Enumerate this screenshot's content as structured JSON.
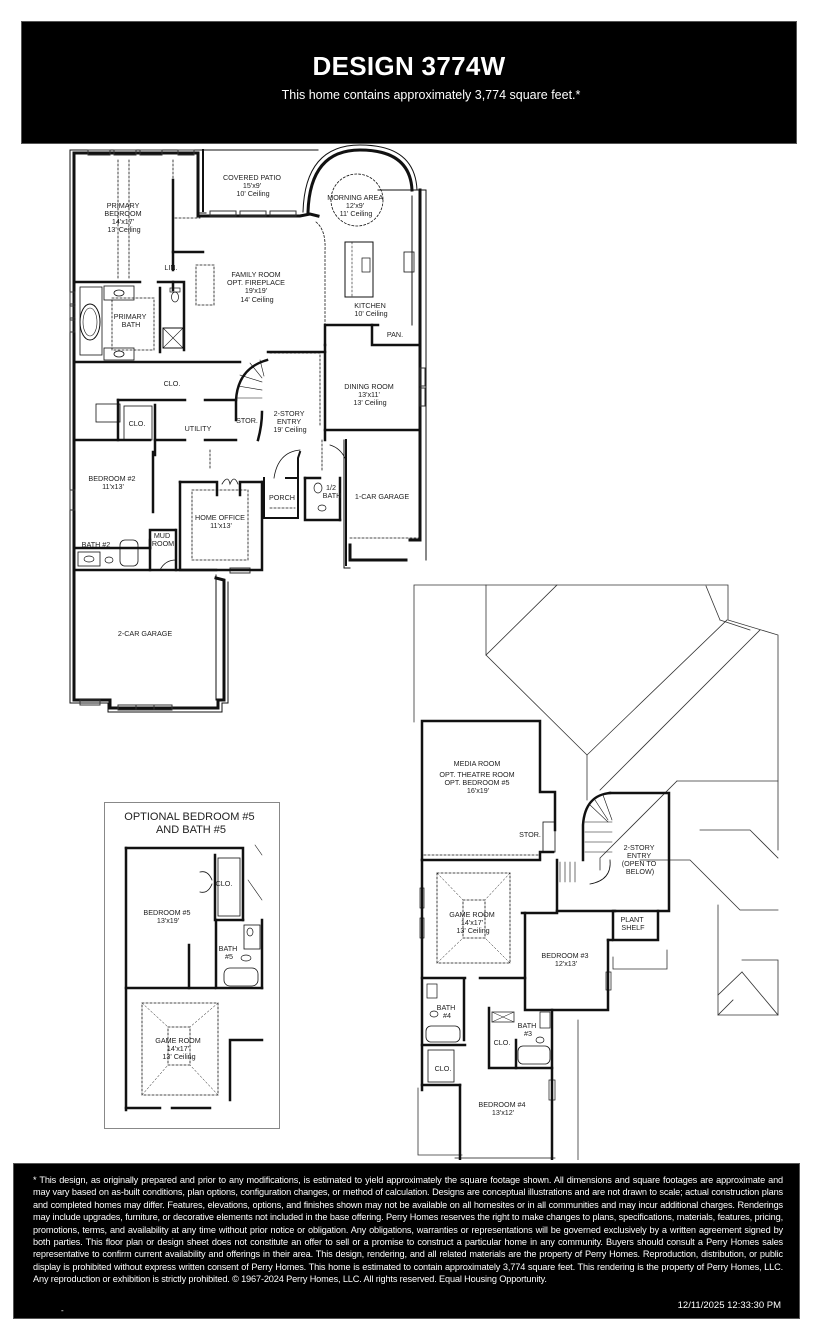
{
  "header": {
    "title": "DESIGN 3774W",
    "subtitle": "This home contains approximately 3,774 square feet.*"
  },
  "first_floor": {
    "rooms": [
      {
        "id": "primary-bedroom",
        "lines": [
          "PRIMARY",
          "BEDROOM",
          "14'x17'",
          "13' Ceiling"
        ]
      },
      {
        "id": "covered-patio",
        "lines": [
          "COVERED PATIO",
          "15'x9'",
          "10' Ceiling"
        ]
      },
      {
        "id": "morning-area",
        "lines": [
          "MORNING AREA",
          "12'x9'",
          "11' Ceiling"
        ]
      },
      {
        "id": "family-room",
        "lines": [
          "FAMILY ROOM",
          "OPT. FIREPLACE",
          "19'x19'",
          "14' Ceiling"
        ]
      },
      {
        "id": "kitchen",
        "lines": [
          "KITCHEN",
          "10' Ceiling"
        ]
      },
      {
        "id": "linen",
        "lines": [
          "LIN."
        ]
      },
      {
        "id": "primary-bath",
        "lines": [
          "PRIMARY",
          "BATH"
        ]
      },
      {
        "id": "pantry",
        "lines": [
          "PAN."
        ]
      },
      {
        "id": "closet-primary",
        "lines": [
          "CLO."
        ]
      },
      {
        "id": "dining-room",
        "lines": [
          "DINING ROOM",
          "13'x11'",
          "13' Ceiling"
        ]
      },
      {
        "id": "closet-bed2",
        "lines": [
          "CLO."
        ]
      },
      {
        "id": "utility",
        "lines": [
          "UTILITY"
        ]
      },
      {
        "id": "storage",
        "lines": [
          "STOR."
        ]
      },
      {
        "id": "entry",
        "lines": [
          "2-STORY",
          "ENTRY",
          "19' Ceiling"
        ]
      },
      {
        "id": "bedroom-2",
        "lines": [
          "BEDROOM #2",
          "11'x13'"
        ]
      },
      {
        "id": "home-office",
        "lines": [
          "HOME OFFICE",
          "11'x13'"
        ]
      },
      {
        "id": "porch",
        "lines": [
          "PORCH"
        ]
      },
      {
        "id": "half-bath",
        "lines": [
          "1/2",
          "BATH"
        ]
      },
      {
        "id": "one-car-garage",
        "lines": [
          "1-CAR GARAGE"
        ]
      },
      {
        "id": "bath-2",
        "lines": [
          "BATH #2"
        ]
      },
      {
        "id": "mud-room",
        "lines": [
          "MUD",
          "ROOM"
        ]
      },
      {
        "id": "two-car-garage",
        "lines": [
          "2-CAR GARAGE"
        ]
      }
    ]
  },
  "optional_plan": {
    "title_lines": [
      "OPTIONAL BEDROOM #5",
      "AND BATH #5"
    ],
    "rooms": [
      {
        "id": "closet",
        "lines": [
          "CLO."
        ]
      },
      {
        "id": "bedroom-5",
        "lines": [
          "BEDROOM #5",
          "13'x19'"
        ]
      },
      {
        "id": "bath-5",
        "lines": [
          "BATH",
          "#5"
        ]
      },
      {
        "id": "game-room",
        "lines": [
          "GAME ROOM",
          "14'x17'",
          "13' Ceiling"
        ]
      }
    ]
  },
  "second_floor": {
    "rooms": [
      {
        "id": "media-room",
        "lines": [
          "MEDIA ROOM",
          "OPT. THEATRE ROOM",
          "OPT. BEDROOM #5",
          "16'x19'"
        ]
      },
      {
        "id": "storage",
        "lines": [
          "STOR."
        ]
      },
      {
        "id": "entry-open",
        "lines": [
          "2-STORY",
          "ENTRY",
          "(OPEN TO",
          "BELOW)"
        ]
      },
      {
        "id": "game-room",
        "lines": [
          "GAME ROOM",
          "14'x17'",
          "13' Ceiling"
        ]
      },
      {
        "id": "plant-shelf",
        "lines": [
          "PLANT",
          "SHELF"
        ]
      },
      {
        "id": "bedroom-3",
        "lines": [
          "BEDROOM #3",
          "12'x13'"
        ]
      },
      {
        "id": "bath-4",
        "lines": [
          "BATH",
          "#4"
        ]
      },
      {
        "id": "bath-3",
        "lines": [
          "BATH",
          "#3"
        ]
      },
      {
        "id": "closet-bath3",
        "lines": [
          "CLO."
        ]
      },
      {
        "id": "closet-bed4",
        "lines": [
          "CLO."
        ]
      },
      {
        "id": "bedroom-4",
        "lines": [
          "BEDROOM #4",
          "13'x12'"
        ]
      }
    ]
  },
  "footer": {
    "disclaimer": "* This design, as originally prepared and prior to any modifications, is estimated to yield approximately the square footage shown. All dimensions and square footages are approximate and may vary based on as-built conditions, plan options, configuration changes, or method of calculation. Designs are conceptual illustrations and are not drawn to scale; actual construction plans and completed homes may differ. Features, elevations, options, and finishes shown may not be available on all homesites or in all communities and may incur additional charges. Renderings may include upgrades, furniture, or decorative elements not included in the base offering. Perry Homes reserves the right to make changes to plans, specifications, materials, features, pricing, promotions, terms, and availability at any time without prior notice or obligation. Any obligations, warranties or representations will be governed exclusively by a written agreement signed by both parties. This floor plan or design sheet does not constitute an offer to sell or a promise to construct a particular home in any community. Buyers should consult a Perry Homes sales representative to confirm current availability and offerings in their area. This design, rendering, and all related materials are the property of Perry Homes. Reproduction, distribution, or public display is prohibited without express written consent of Perry Homes. This home is estimated to contain approximately 3,774 square feet. This rendering is the property of Perry Homes, LLC. Any reproduction or exhibition is strictly prohibited. © 1967-2024 Perry Homes, LLC. All rights reserved. Equal Housing Opportunity.",
    "timestamp": "12/11/2025 12:33:30 PM",
    "dash": "-"
  }
}
